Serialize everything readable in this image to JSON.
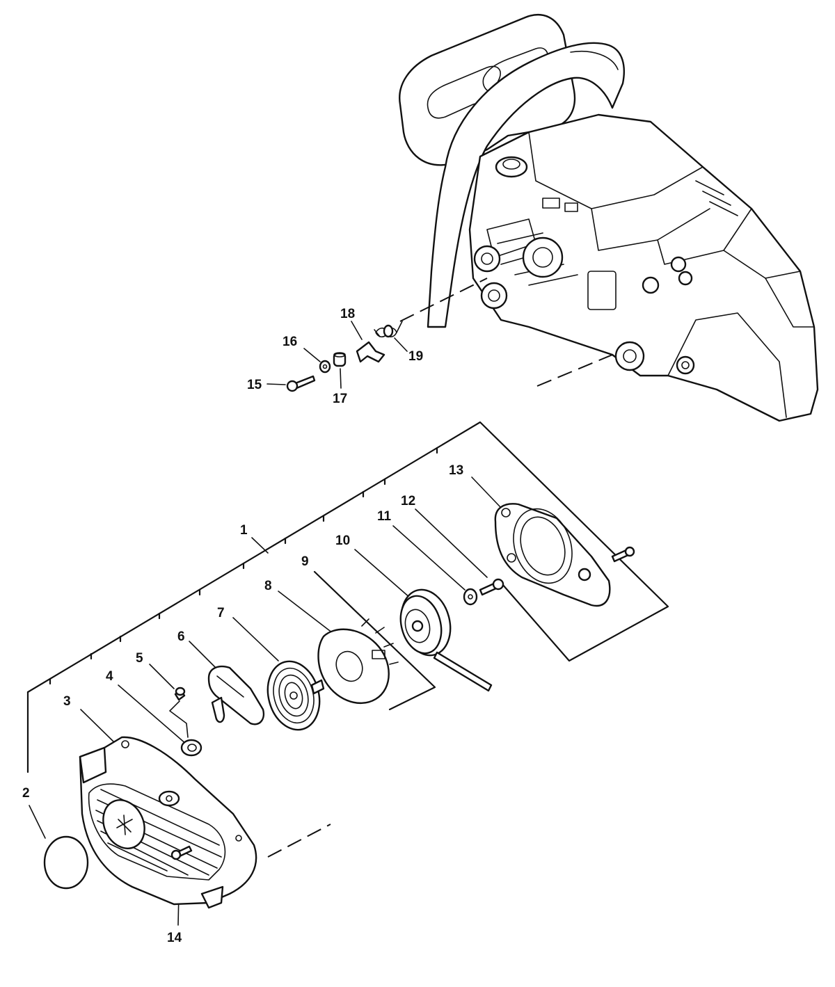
{
  "labels": {
    "l1": "1",
    "l2": "2",
    "l3": "3",
    "l4": "4",
    "l5": "5",
    "l6": "6",
    "l7": "7",
    "l8": "8",
    "l9": "9",
    "l10": "10",
    "l11": "11",
    "l12": "12",
    "l13": "13",
    "l14": "14",
    "l15": "15",
    "l16": "16",
    "l17": "17",
    "l18": "18",
    "l19": "19"
  },
  "colors": {
    "ink": "#111111",
    "paper": "#ffffff"
  }
}
